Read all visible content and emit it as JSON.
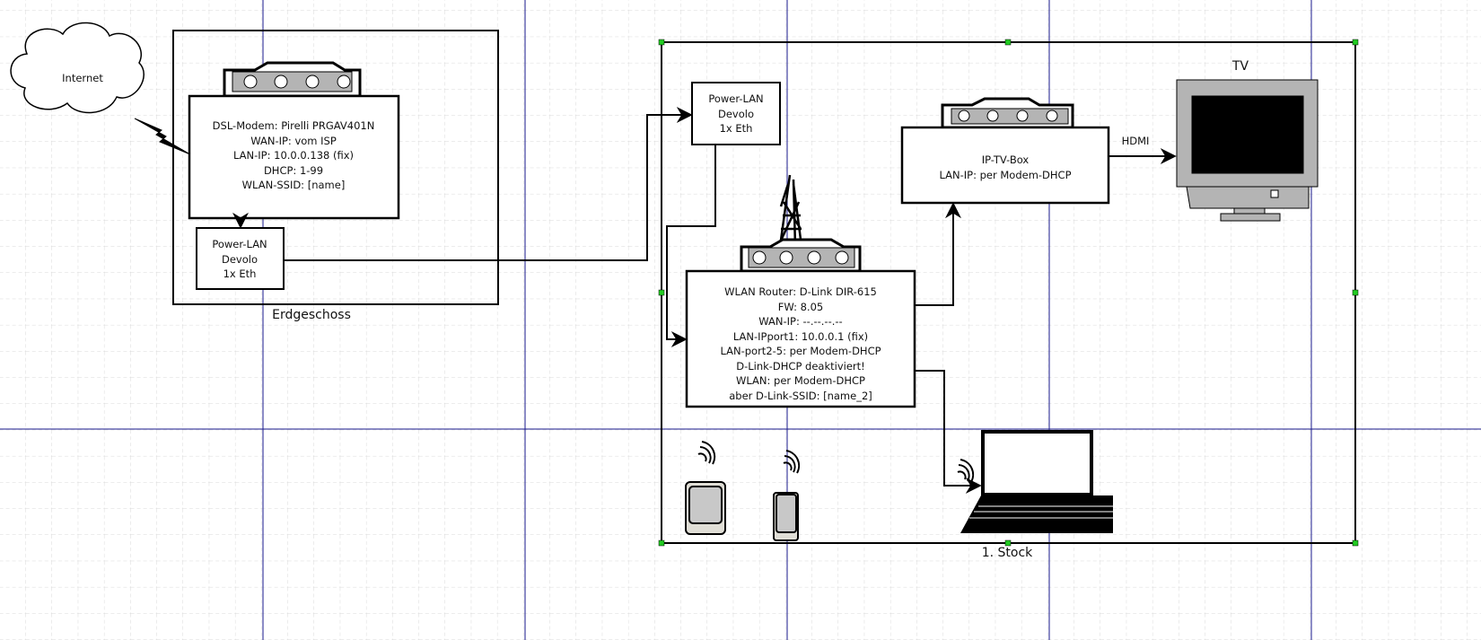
{
  "cloud": {
    "label": "Internet"
  },
  "floors": {
    "ground": {
      "label": "Erdgeschoss"
    },
    "first": {
      "label": "1. Stock"
    }
  },
  "modem": {
    "lines": [
      "DSL-Modem: Pirelli PRGAV401N",
      "WAN-IP: vom ISP",
      "LAN-IP: 10.0.0.138 (fix)",
      "DHCP: 1-99",
      "WLAN-SSID: [name]"
    ]
  },
  "powerlan_ground": {
    "lines": [
      "Power-LAN",
      "Devolo",
      "1x Eth"
    ]
  },
  "powerlan_first": {
    "lines": [
      "Power-LAN",
      "Devolo",
      "1x Eth"
    ]
  },
  "router": {
    "lines": [
      "WLAN Router: D-Link DIR-615",
      "FW: 8.05",
      "WAN-IP: --.--.--.--",
      "LAN-IPport1: 10.0.0.1 (fix)",
      "LAN-port2-5: per Modem-DHCP",
      "D-Link-DHCP deaktiviert!",
      "WLAN: per Modem-DHCP",
      "aber D-Link-SSID: [name_2]"
    ]
  },
  "iptv": {
    "lines": [
      "IP-TV-Box",
      "LAN-IP: per Modem-DHCP"
    ]
  },
  "hdmi": {
    "label": "HDMI"
  },
  "tv": {
    "label": "TV"
  },
  "colors": {
    "grid": "#d8d8d8",
    "guide": "#1a1a8c",
    "handle": "#22cc22",
    "device_gray": "#b4b4b4"
  }
}
